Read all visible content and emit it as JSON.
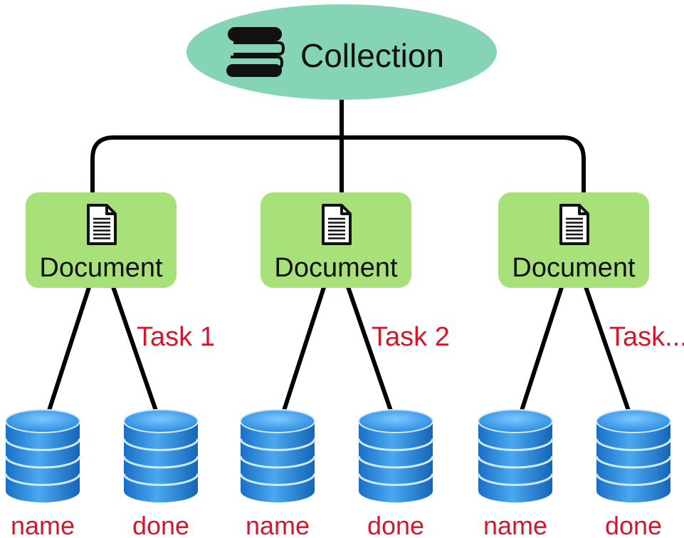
{
  "root": {
    "label": "Collection",
    "icon": "books-stack-icon",
    "fill": "#86d4b6"
  },
  "documents": [
    {
      "label": "Document",
      "icon": "document-icon",
      "task": "Task 1",
      "fields": [
        "name",
        "done"
      ]
    },
    {
      "label": "Document",
      "icon": "document-icon",
      "task": "Task 2",
      "fields": [
        "name",
        "done"
      ]
    },
    {
      "label": "Document",
      "icon": "document-icon",
      "task": "Task...",
      "fields": [
        "name",
        "done"
      ]
    }
  ],
  "colors": {
    "document_fill": "#a8e07a",
    "connector": "#000000",
    "label_red": "#d1192b",
    "database_blue": "#1f7fd8",
    "database_light": "#58b4f6"
  }
}
